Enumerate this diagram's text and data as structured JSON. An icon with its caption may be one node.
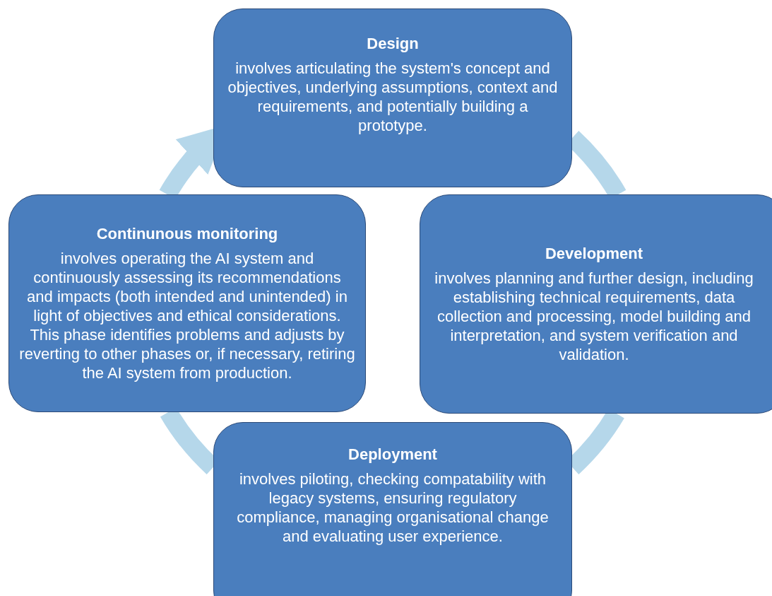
{
  "diagram": {
    "nodes": [
      {
        "text": [
          "Design",
          "involves articulating the system's concept and objectives, underlying assumptions, context and requirements, and potentially building a prototype."
        ]
      },
      {
        "text": [
          "Continunous monitoring",
          "involves operating the AI system and continuously assessing its recommendations and impacts (both intended and unintended) in light of objectives and ethical considerations. This phase identifies problems and adjusts by reverting to other phases or, if necessary, retiring the AI system from production."
        ]
      },
      {
        "text": [
          "Development",
          "involves planning and further design, including establishing technical requirements, data collection and processing, model building and interpretation, and system verification and validation."
        ]
      },
      {
        "text": [
          "Deployment",
          "involves piloting, checking compatability with legacy systems, ensuring regulatory compliance, managing organisational change and evaluating user experience."
        ]
      }
    ],
    "edges": [
      {
        "from": 0,
        "to": 2,
        "arrow": "none"
      },
      {
        "from": 2,
        "to": 3,
        "arrow": "none"
      },
      {
        "from": 3,
        "to": 1,
        "arrow": "none"
      },
      {
        "from": 1,
        "to": 0,
        "arrow": "to"
      }
    ]
  }
}
